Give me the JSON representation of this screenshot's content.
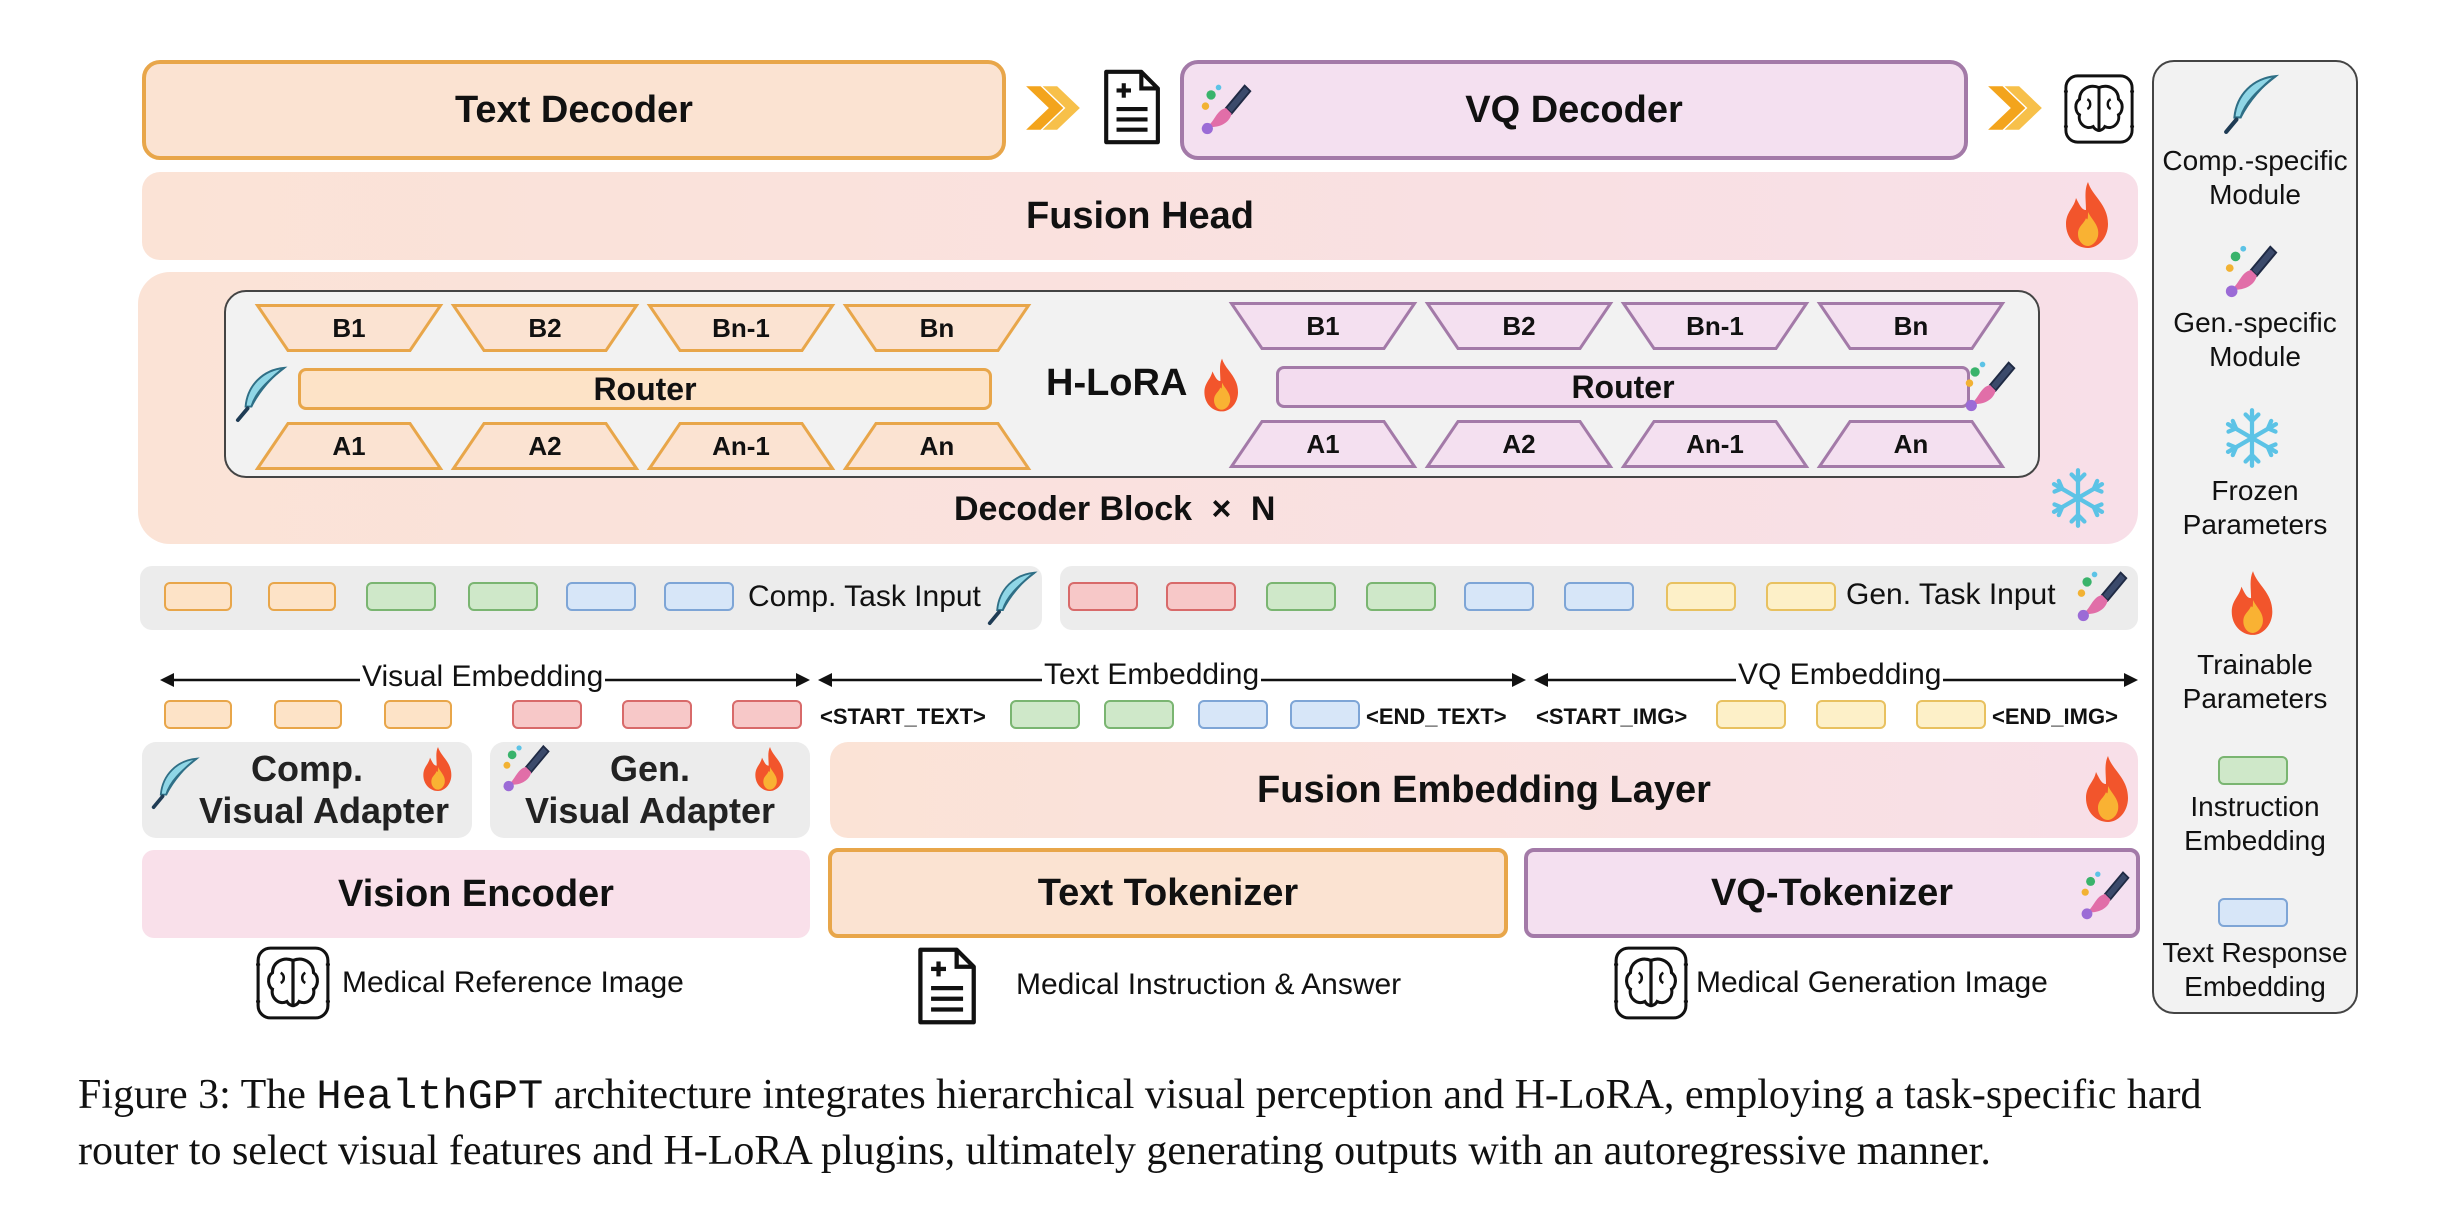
{
  "decoders": {
    "text_decoder": "Text Decoder",
    "vq_decoder": "VQ Decoder"
  },
  "fusion_head": "Fusion Head",
  "hlora": {
    "title": "H-LoRA",
    "decoder_block": "Decoder Block",
    "times_symbol": "×",
    "n": "N",
    "left_b": [
      "B1",
      "B2",
      "Bn-1",
      "Bn"
    ],
    "left_a": [
      "A1",
      "A2",
      "An-1",
      "An"
    ],
    "right_b": [
      "B1",
      "B2",
      "Bn-1",
      "Bn"
    ],
    "right_a": [
      "A1",
      "A2",
      "An-1",
      "An"
    ],
    "router_left": "Router",
    "router_right": "Router"
  },
  "task_inputs": {
    "comp": "Comp. Task Input",
    "gen": "Gen. Task Input"
  },
  "embeddings": {
    "visual": "Visual Embedding",
    "text": "Text Embedding",
    "vq": "VQ Embedding",
    "start_text": "<START_TEXT>",
    "end_text": "<END_TEXT>",
    "start_img": "<START_IMG>",
    "end_img": "<END_IMG>"
  },
  "adapters": {
    "comp_line1": "Comp.",
    "comp_line2": "Visual Adapter",
    "gen_line1": "Gen.",
    "gen_line2": "Visual Adapter"
  },
  "fusion_embedding": "Fusion Embedding Layer",
  "encoders": {
    "vision": "Vision Encoder",
    "text_tokenizer": "Text Tokenizer",
    "vq_tokenizer": "VQ-Tokenizer"
  },
  "inputs": {
    "medical_ref": "Medical Reference Image",
    "medical_instr": "Medical Instruction & Answer",
    "medical_gen": "Medical Generation Image"
  },
  "legend": {
    "comp_line1": "Comp.-specific",
    "comp_line2": "Module",
    "gen_line1": "Gen.-specific",
    "gen_line2": "Module",
    "frozen_line1": "Frozen",
    "frozen_line2": "Parameters",
    "trainable_line1": "Trainable",
    "trainable_line2": "Parameters",
    "instr_line1": "Instruction",
    "instr_line2": "Embedding",
    "resp_line1": "Text Response",
    "resp_line2": "Embedding"
  },
  "caption": {
    "prefix": "Figure 3: The ",
    "model": "HealthGPT",
    "line1_rest": " architecture integrates hierarchical visual perception and H-LoRA, employing a task-specific hard",
    "line2": "router to select visual features and H-LoRA plugins, ultimately generating outputs with an autoregressive manner."
  },
  "colors": {
    "orange_border": "#e8a64a",
    "orange_fill": "#fbe3d2",
    "purple_border": "#a37aa8",
    "purple_fill": "#f4e0f0",
    "pink_fill": "#f9e0ea",
    "green_token": "#cfe8c9",
    "blue_token": "#d7e6f8",
    "red_token": "#f7c8c8",
    "yellow_token": "#fdf0c8",
    "flame": "#f2552c",
    "snowflake": "#5cc3e6"
  },
  "icons": [
    "feather-icon",
    "paint-brush-icon",
    "flame-icon",
    "snowflake-icon",
    "document-icon",
    "brain-icon",
    "chevron-arrow-icon"
  ]
}
